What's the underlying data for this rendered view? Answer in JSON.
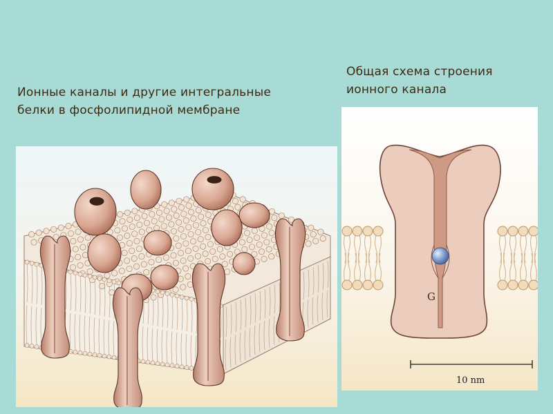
{
  "captions": {
    "left_line1": "Ионные каналы и другие интегральные",
    "left_line2": "белки в фосфолипидной мембране",
    "right_line1": "Общая схема строения",
    "right_line2": "ионного канала"
  },
  "schematic": {
    "gate_label": "G",
    "scale_bar_label": "10 nm"
  },
  "colors": {
    "background": "#a9dbd6",
    "protein": "#e9c6b6",
    "protein_dark": "#c98f78",
    "lipid_head": "#f2dcbc",
    "ion": "#7f9cc9"
  }
}
